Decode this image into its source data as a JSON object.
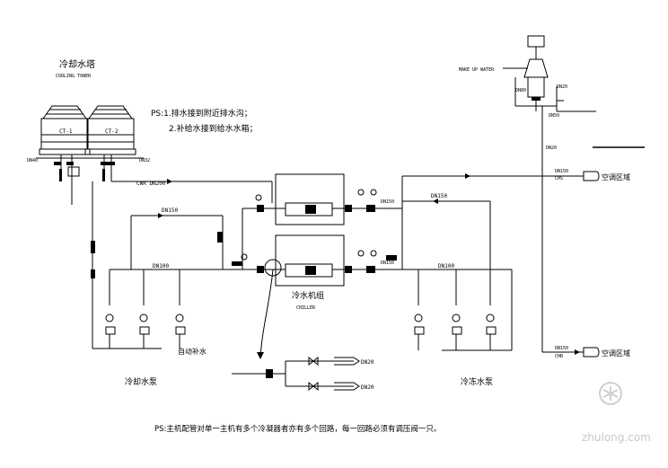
{
  "labels": {
    "cooling_tower_title": "冷却水塔",
    "note_title": "PS:1.排水接到附近排水沟；",
    "note_line2": "2.补给水接到给水水箱；",
    "ct1": "CT-1",
    "ct2": "CT-2",
    "dn_ct_left": "DN40",
    "dn_ct_right": "DN32",
    "cwr_main": "CWR  DN200",
    "dn_150_left": "DN150",
    "dn_100_left": "DN100",
    "chiller_room": "冷水机组",
    "chiller_room_sub": "CHILLER",
    "dn_chiller_a": "DN150",
    "dn_chiller_b": "DN150",
    "dn_150_right": "DN150",
    "dn_100_right": "DN100",
    "make_up_water": "MAKE UP WATER",
    "dn_makeup": "DN80",
    "dn_expansion_a": "DN50",
    "dn_expansion_b": "DN20",
    "dn_vertical": "DN20",
    "dn_supply_top": "DN150",
    "chs_top": "CHS",
    "ac_area_top": "空调区域",
    "dn_return_bottom": "DN150",
    "chr_bottom": "CHR",
    "ac_area_bottom": "空调区域",
    "dn_drain_1": "DN20",
    "dn_drain_2": "DN20",
    "auto_fill": "自动补水",
    "cooling_pump": "冷却水泵",
    "chilled_pump": "冷冻水泵",
    "footnote": "PS:主机配管对单一主机有多个冷凝器者亦有多个回路，每一回路必须有调压阀一只。",
    "watermark_text": "zhulong.com"
  },
  "colors": {
    "line": "#000000",
    "watermark": "#c8c8c8",
    "background": "#ffffff"
  }
}
